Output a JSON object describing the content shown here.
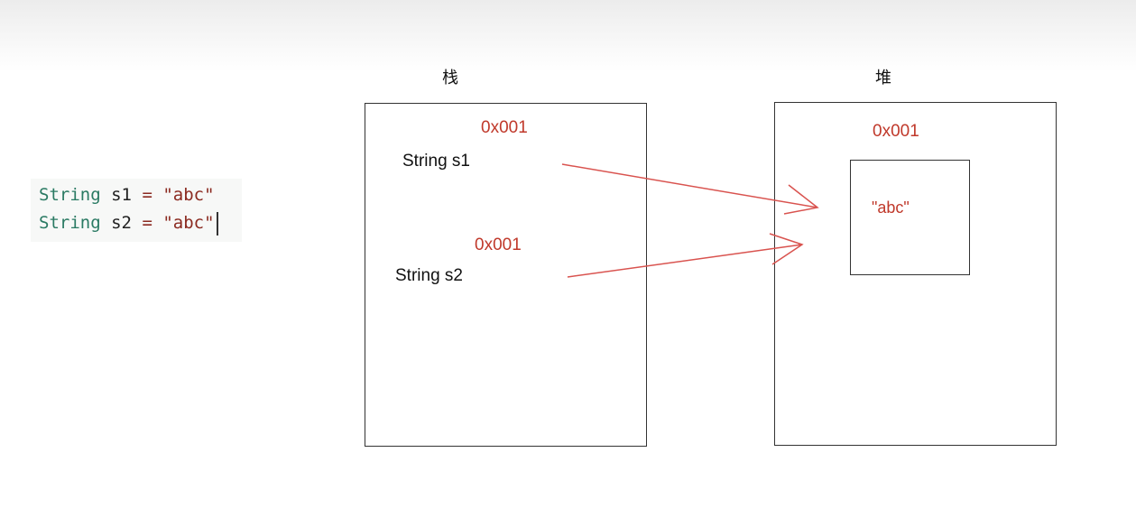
{
  "code": {
    "lines": [
      {
        "type": "String",
        "name": "s1",
        "op": "=",
        "value": "\"abc\""
      },
      {
        "type": "String",
        "name": "s2",
        "op": "=",
        "value": "\"abc\""
      }
    ]
  },
  "stack": {
    "title": "栈",
    "entries": [
      {
        "address": "0x001",
        "label": "String s1"
      },
      {
        "address": "0x001",
        "label": "String s2"
      }
    ]
  },
  "heap": {
    "title": "堆",
    "address": "0x001",
    "object_value": "\"abc\""
  },
  "colors": {
    "arrow": "#d9534f",
    "address": "#c0392b"
  }
}
